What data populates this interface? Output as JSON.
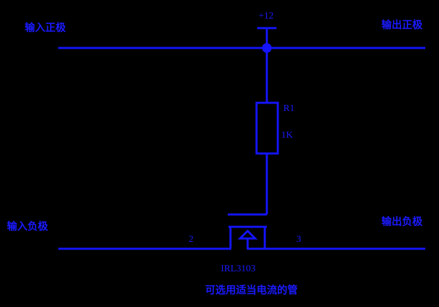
{
  "color": "#1414ff",
  "labels": {
    "input_positive": "输入正极",
    "output_positive": "输出正极",
    "supply": "+12",
    "resistor_ref": "R1",
    "resistor_value": "1K",
    "input_negative": "输入负极",
    "output_negative": "输出负极",
    "pin_left": "2",
    "pin_right": "3",
    "transistor_part": "IRL3103",
    "transistor_note": "可选用适当电流的管"
  }
}
